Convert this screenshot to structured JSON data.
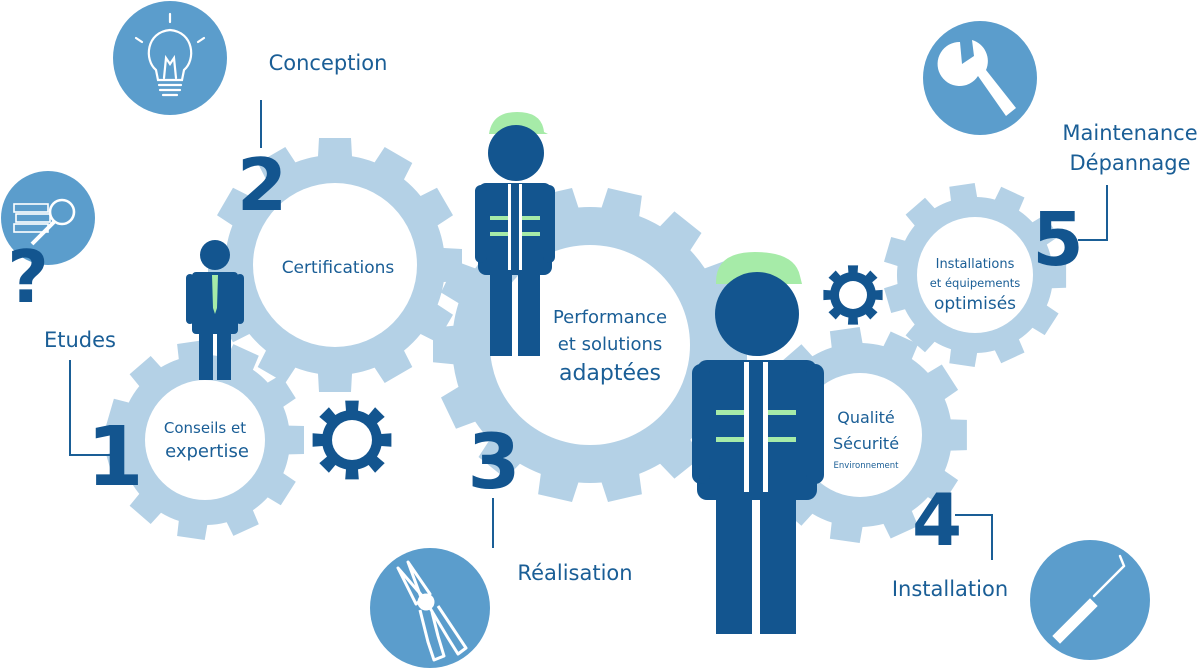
{
  "colors": {
    "gear_light": "#b4d1e6",
    "gear_hole": "#ffffff",
    "dark_blue": "#13558f",
    "icon_circle": "#5b9dcc",
    "helmet_green": "#a6eba8",
    "text_blue": "#1a5e96"
  },
  "steps": {
    "s1": {
      "number": "1",
      "label": "Etudes",
      "gear_text_1": "Conseils et",
      "gear_text_2": "expertise"
    },
    "s2": {
      "number": "2",
      "label": "Conception",
      "gear_text_1": "Certifications"
    },
    "s3": {
      "number": "3",
      "label": "Réalisation",
      "gear_text_1": "Performance",
      "gear_text_2": "et solutions",
      "gear_text_3": "adaptées"
    },
    "s4": {
      "number": "4",
      "label": "Installation",
      "gear_text_1": "Qualité",
      "gear_text_2": "Sécurité",
      "gear_text_3": "Environnement"
    },
    "s5": {
      "number": "5",
      "label_1": "Maintenance",
      "label_2": "Dépannage",
      "gear_text_1": "Installations",
      "gear_text_2": "et équipements",
      "gear_text_3": "optimisés"
    }
  },
  "icons": [
    "lightbulb-icon",
    "documents-magnifier-icon",
    "question-mark-icon",
    "wrench-icon",
    "pliers-icon",
    "screwdriver-icon",
    "small-gear-icon"
  ]
}
